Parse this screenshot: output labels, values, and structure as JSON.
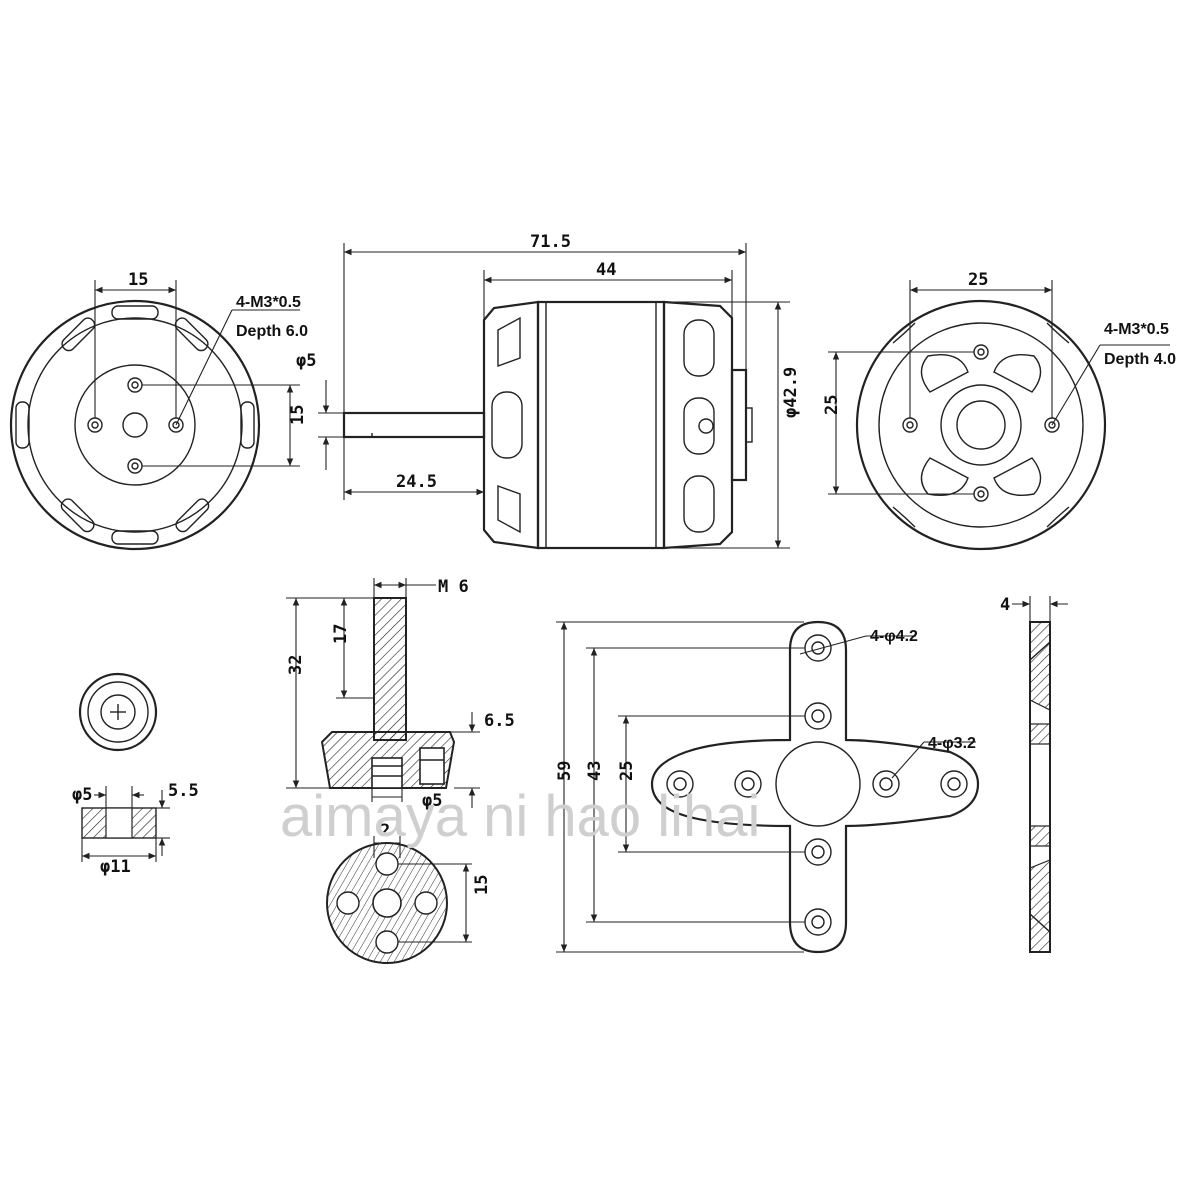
{
  "drawing": {
    "front_view": {
      "dim_top": "15",
      "dim_right": "15",
      "note_line1": "4-M3*0.5",
      "note_line2": "Depth 6.0"
    },
    "side_view": {
      "overall_length": "71.5",
      "body_length": "44",
      "shaft_diameter": "φ5",
      "shaft_extension": "24.5",
      "body_diameter": "φ42.9"
    },
    "rear_view": {
      "dim_top": "25",
      "dim_left": "25",
      "note_line1": "4-M3*0.5",
      "note_line2": "Depth 4.0"
    },
    "collar": {
      "inner_diameter": "φ5",
      "width": "5.5",
      "outer_diameter": "φ11"
    },
    "prop_adapter": {
      "thread": "M 6",
      "overall_height": "32",
      "thread_length": "17",
      "base_height": "6.5",
      "bore": "φ5",
      "top_dim": "2",
      "hole_spacing": "15"
    },
    "cross_mount": {
      "outer_span": "59",
      "outer_holes_span": "43",
      "inner_holes_span": "25",
      "outer_holes_note": "4-φ4.2",
      "inner_holes_note": "4-φ3.2",
      "thickness": "4"
    },
    "watermark": "aimaya ni hao lihai"
  }
}
